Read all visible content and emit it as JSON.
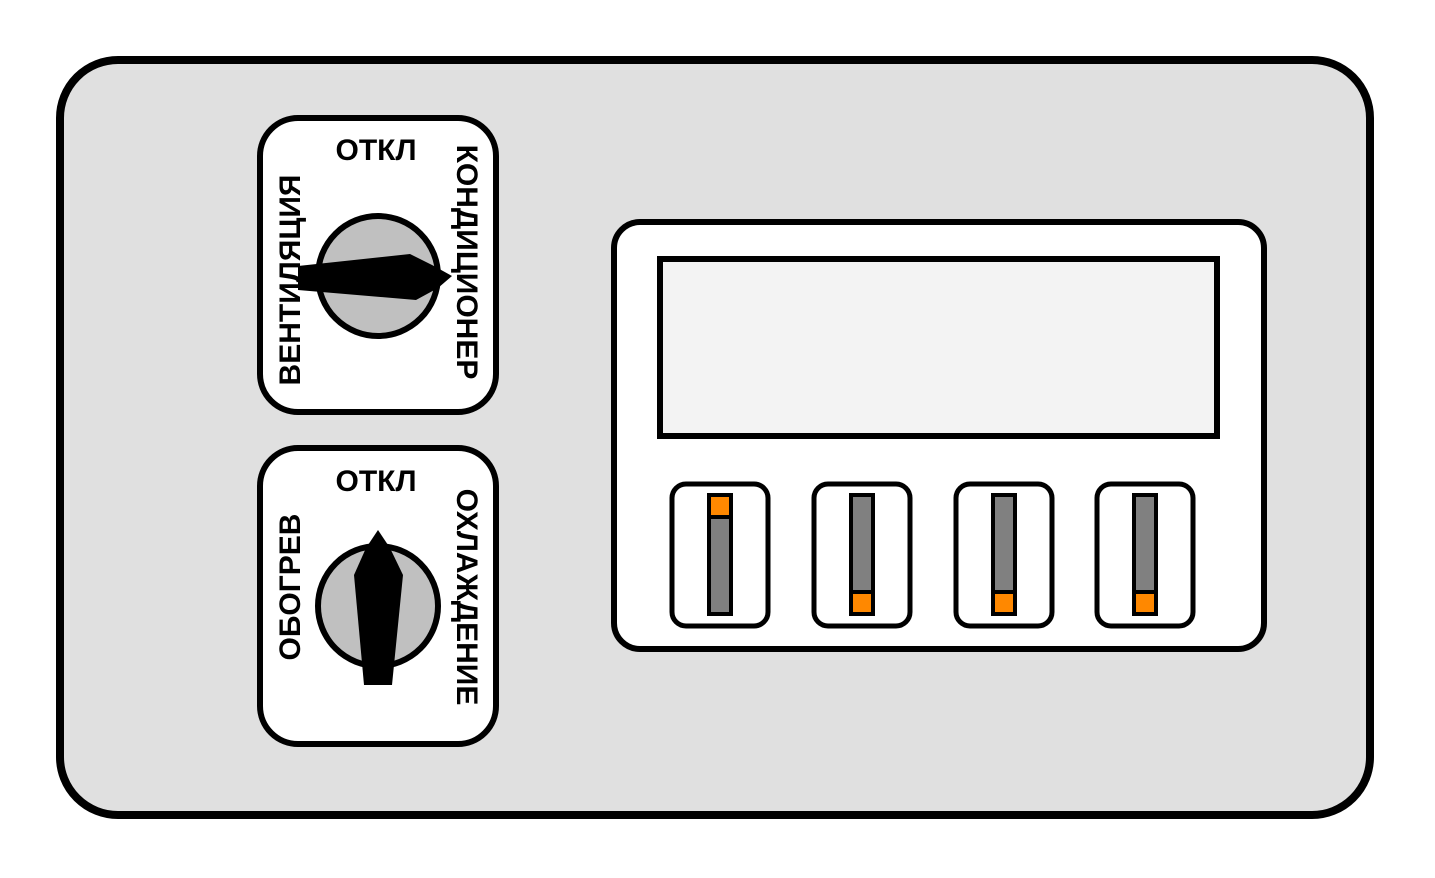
{
  "colors": {
    "panel_fill": "#e0e0e0",
    "outline": "#000000",
    "module_fill": "#ffffff",
    "knob_fill": "#c0c0c0",
    "pointer_fill": "#000000",
    "display_fill": "#f3f3f3",
    "slider_track": "#808080",
    "slider_thumb": "#ff8800"
  },
  "switch_mode": {
    "label_top": "ОТКЛ",
    "label_left": "ВЕНТИЛЯЦИЯ",
    "label_right": "КОНДИЦИОНЕР",
    "position": "КОНДИЦИОНЕР"
  },
  "switch_climate": {
    "label_top": "ОТКЛ",
    "label_left": "ОБОГРЕВ",
    "label_right": "ОХЛАЖДЕНИЕ",
    "position": "ОТКЛ"
  },
  "display": {
    "text": ""
  },
  "sliders": [
    {
      "level": 1.0
    },
    {
      "level": 0.0
    },
    {
      "level": 0.0
    },
    {
      "level": 0.0
    }
  ]
}
